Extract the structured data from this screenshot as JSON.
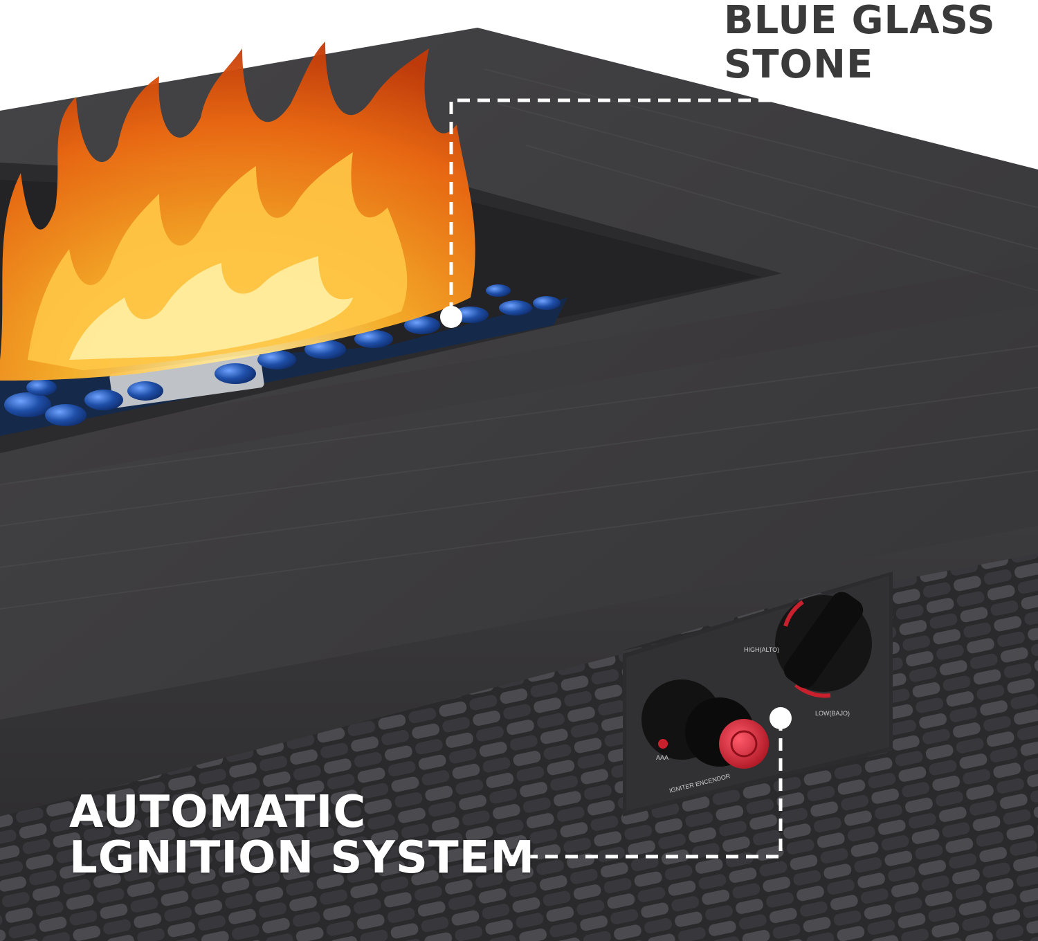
{
  "callouts": {
    "glass": {
      "line1": "BLUE GLASS",
      "line2": "STONE"
    },
    "ignition": {
      "line1": "AUTOMATIC",
      "line2": "LGNITION SYSTEM"
    }
  },
  "control_panel": {
    "high_label": "HIGH(ALTO)",
    "low_label": "LOW(BAJO)",
    "igniter_label": "IGNITER ENCENDOR",
    "battery_label": "AAA"
  },
  "colors": {
    "tabletop": "#3b3a3b",
    "tabletop_front": "#353436",
    "wicker": "#2b2b2e",
    "glass_stone": "#1f4fa8",
    "flame": "#f08a1c",
    "igniter_button": "#d6253a",
    "callout_line": "#ffffff"
  }
}
